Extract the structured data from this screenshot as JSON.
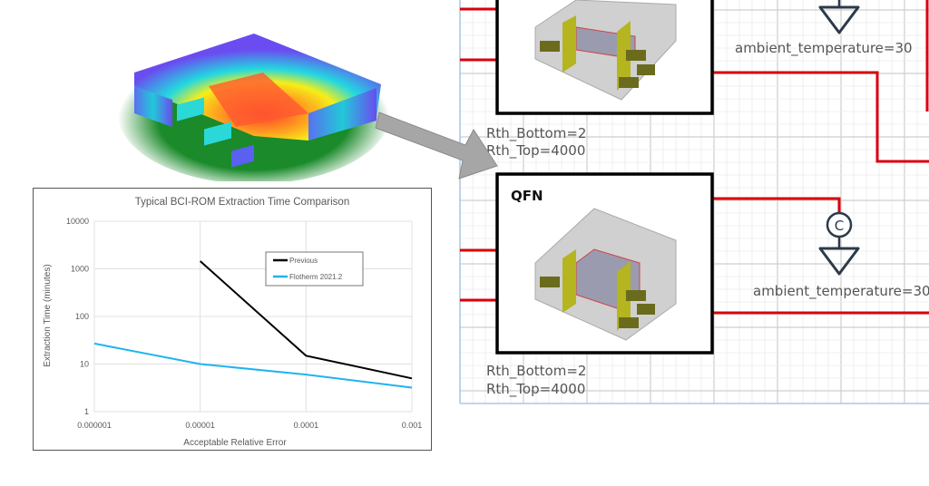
{
  "schematic": {
    "blocks": [
      {
        "label": "",
        "rth_bottom": "Rth_Bottom=2",
        "rth_top": "Rth_Top=4000"
      },
      {
        "label": "QFN",
        "rth_bottom": "Rth_Bottom=2",
        "rth_top": "Rth_Top=4000"
      }
    ],
    "ambient_labels": [
      "ambient_temperature=30",
      "ambient_temperature=30"
    ],
    "capacitor_label": "C",
    "wire_color": "#d9000d",
    "grid_color": "#d4d4d4"
  },
  "thermal_render": {
    "icon": "package-thermal-map",
    "colors": [
      "#6a4cf0",
      "#22d8e0",
      "#f6ee18",
      "#ff4a30",
      "#1a8a2a"
    ]
  },
  "arrow": {
    "icon": "arrow-right",
    "color": "#a6a6a6"
  },
  "chart_data": {
    "type": "line",
    "title": "Typical BCI-ROM Extraction Time Comparison",
    "xlabel": "Acceptable Relative Error",
    "ylabel": "Extraction Time (minutes)",
    "x_scale": "log",
    "y_scale": "log",
    "x": [
      1e-06,
      1e-05,
      0.0001,
      0.001
    ],
    "x_tick_labels": [
      "0.000001",
      "0.00001",
      "0.0001",
      "0.001"
    ],
    "y_tick_labels": [
      "1",
      "10",
      "100",
      "1000",
      "10000"
    ],
    "ylim": [
      1,
      10000
    ],
    "xlim": [
      1e-06,
      0.001
    ],
    "grid": true,
    "legend_position": "top-right",
    "series": [
      {
        "name": "Previous",
        "color": "#000000",
        "values": [
          null,
          1450,
          15,
          5
        ]
      },
      {
        "name": "Flotherm 2021.2",
        "color": "#1fb4f0",
        "values": [
          27,
          10,
          6,
          3.2
        ]
      }
    ]
  }
}
